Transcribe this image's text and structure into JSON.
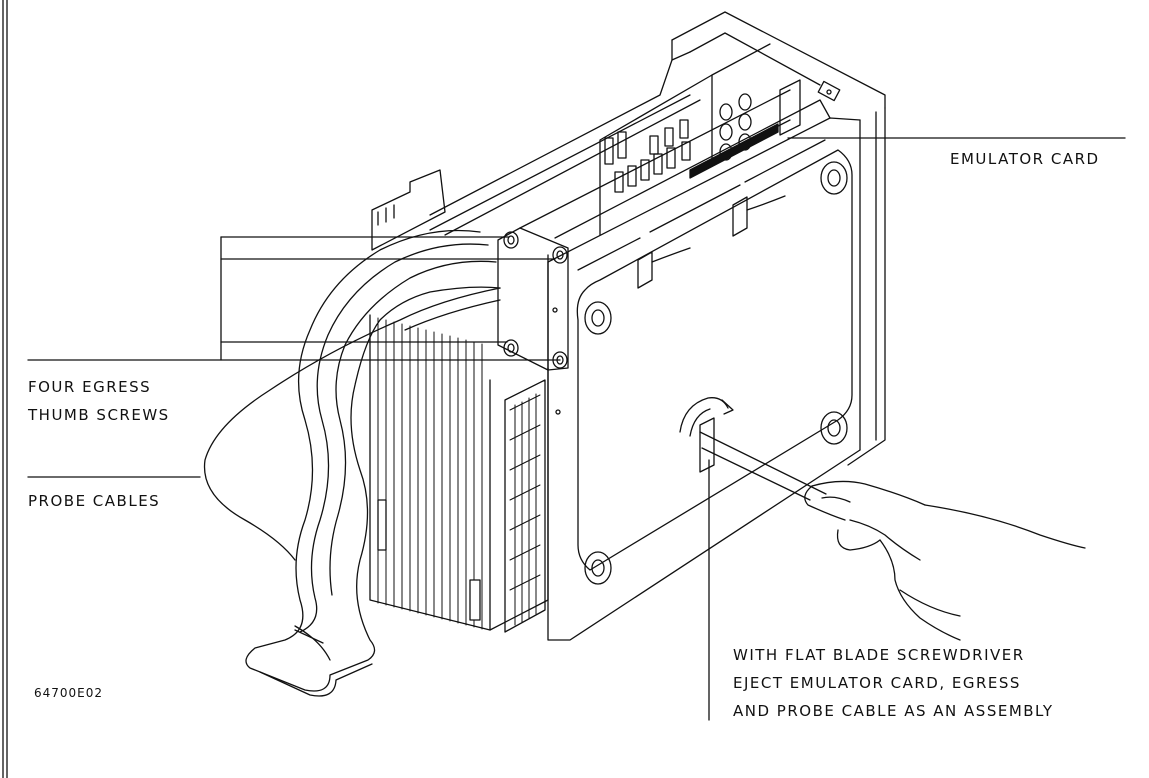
{
  "labels": {
    "emulator_card": "EMULATOR CARD",
    "thumb_screws_line1": "FOUR EGRESS",
    "thumb_screws_line2": "THUMB SCREWS",
    "probe_cables": "PROBE CABLES",
    "instruction_line1": "WITH FLAT BLADE SCREWDRIVER",
    "instruction_line2": "EJECT EMULATOR CARD, EGRESS",
    "instruction_line3": "AND PROBE CABLE AS AN ASSEMBLY"
  },
  "figure_id": "64700E02"
}
